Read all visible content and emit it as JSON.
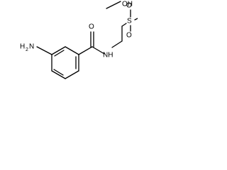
{
  "molecule": {
    "atoms": {
      "oxygen_carbonyl": "O",
      "nitrogen_amide": "NH",
      "sulfur": "S",
      "oxygen_sulfonyl_1": "O",
      "oxygen_sulfonyl_2": "O",
      "hydroxyl": "OH",
      "amine_main": "H",
      "amine_sub": "2",
      "amine_tail": "N"
    },
    "colors": {
      "bond": "#000000",
      "label": "#000000",
      "background": "#ffffff"
    }
  }
}
